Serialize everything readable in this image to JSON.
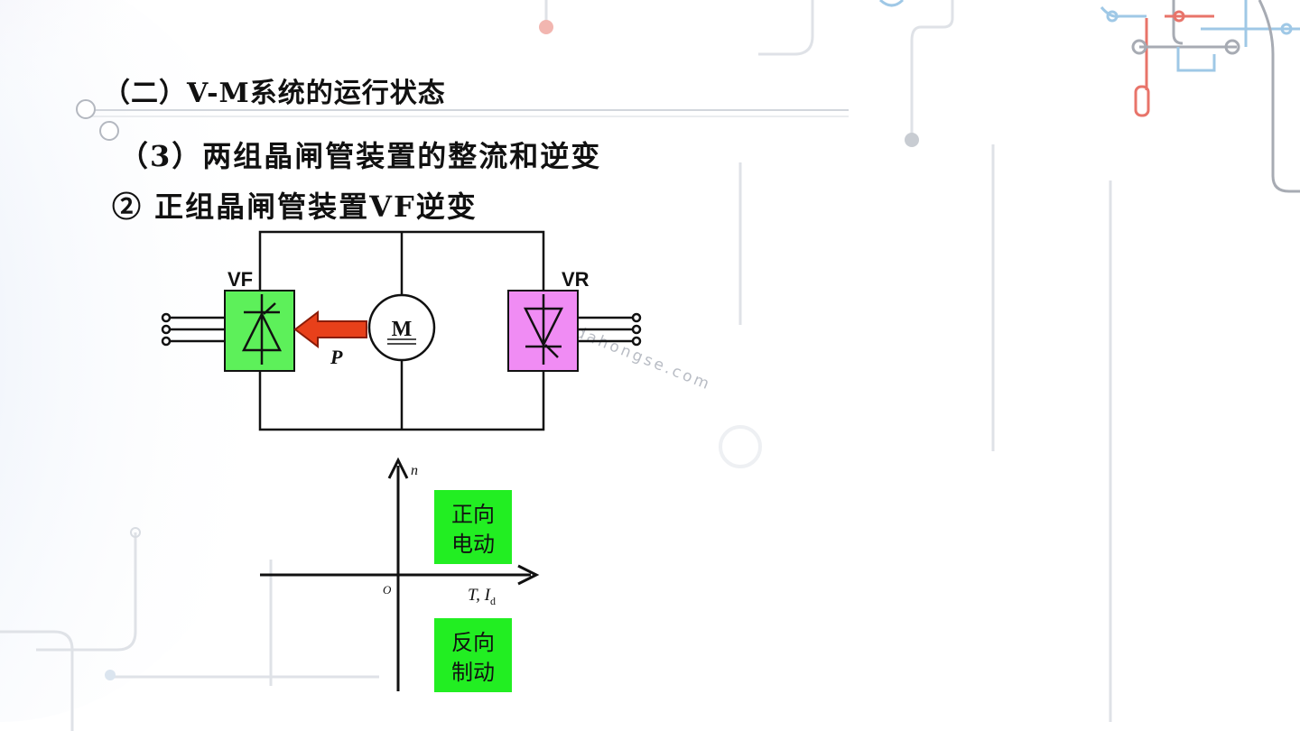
{
  "slide": {
    "heading": "（二）V-M系统的运行状态",
    "subheading": "（3）两组晶闸管装置的整流和逆变",
    "item": "② 正组晶闸管装置VF逆变"
  },
  "circuit": {
    "vf_label": "VF",
    "vr_label": "VR",
    "motor_label": "M",
    "power_label": "P",
    "vf_color": "#5df05a",
    "vr_color": "#f08cf4",
    "arrow_color": "#e8401a"
  },
  "quadrant": {
    "y_axis_label": "n",
    "x_axis_label_main": "T, I",
    "x_axis_label_sub": "d",
    "origin_label": "O",
    "box_color": "#22ee22",
    "q1": {
      "line1": "正向",
      "line2": "电动"
    },
    "q4": {
      "line1": "反向",
      "line2": "制动"
    }
  },
  "watermark": "dahongse.com",
  "colors": {
    "accent_red": "#e8746a",
    "accent_blue": "#7ab8e0",
    "circuit_gray": "#c9ccd2"
  }
}
